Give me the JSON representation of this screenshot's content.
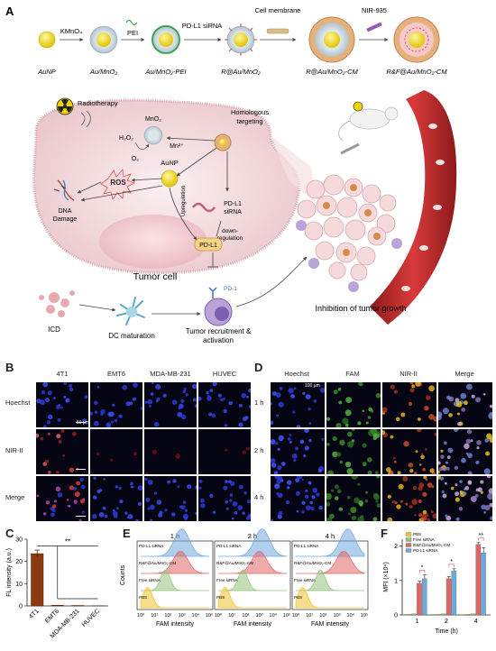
{
  "panels": {
    "A": "A",
    "B": "B",
    "C": "C",
    "D": "D",
    "E": "E",
    "F": "F"
  },
  "synthesis": {
    "reagents": [
      "KMnO₄",
      "PEI",
      "PD-L1 siRNA",
      "Cell membrane",
      "NIR-935"
    ],
    "products": [
      "AuNP",
      "Au/MnO₂",
      "Au/MnO₂-PEI",
      "R@Au/MnO₂",
      "R@Au/MnO₂-CM",
      "R&F@Au/MnO₂-CM"
    ]
  },
  "mechanism": {
    "radiotherapy": "Radiotherapy",
    "mno2": "MnO₂",
    "h2o2": "H₂O₂",
    "mn2": "Mn²⁺",
    "o2": "O₂",
    "ros": "ROS",
    "aunp": "AuNP",
    "dna_line1": "DNA",
    "dna_line2": "Damage",
    "targeting_line1": "Homologous",
    "targeting_line2": "targeting",
    "sirna_line1": "PD-L1",
    "sirna_line2": "siRNA",
    "upregulation": "Upregulation",
    "down_line1": "down-",
    "down_line2": "regulation",
    "pdl1": "PD-L1",
    "tumor_cell": "Tumor cell",
    "icd": "ICD",
    "dc": "DC maturation",
    "pd1": "PD-1",
    "recruit_line1": "Tumor recruitment &",
    "recruit_line2": "activation",
    "inhibition": "Inhibition of tumor growth"
  },
  "panelB": {
    "columns": [
      "4T1",
      "EMT6",
      "MDA-MB-231",
      "HUVEC"
    ],
    "rows": [
      "Hoechst",
      "NIR-II",
      "Merge"
    ],
    "scale": "50 μm"
  },
  "panelD": {
    "columns": [
      "Hoechst",
      "FAM",
      "NIR-II",
      "Merge"
    ],
    "rows": [
      "1 h",
      "2 h",
      "4 h"
    ],
    "scale": "100 μm"
  },
  "chart_data": [
    {
      "panel": "C",
      "type": "bar",
      "categories": [
        "4T1",
        "EMT6",
        "MDA-MB-231",
        "HUVEC"
      ],
      "values": [
        23.5,
        0.3,
        0.2,
        0.1
      ],
      "ylabel": "FL intensity (a.u.)",
      "ylim": [
        0,
        30
      ],
      "yticks": [
        0,
        10,
        20,
        30
      ],
      "significance": "**",
      "colors": {
        "bar": "#8B3A0F"
      }
    },
    {
      "panel": "E",
      "type": "area",
      "timepoints": [
        "1 h",
        "2 h",
        "4 h"
      ],
      "groups": [
        "PD-L1 siRNA",
        "R&F@Au/MnO₂-CM",
        "Free siRNA",
        "PBS"
      ],
      "xlabel": "FAM intensity",
      "ylabel": "Counts",
      "xticks": [
        "10⁰",
        "10¹",
        "10²",
        "10³",
        "10⁴",
        "10⁵"
      ],
      "peaks_log10": {
        "PD-L1 siRNA": [
          3.0,
          3.2,
          3.8
        ],
        "R&F@Au/MnO₂-CM": [
          2.9,
          3.0,
          3.5
        ],
        "Free siRNA": [
          1.8,
          1.8,
          1.8
        ],
        "PBS": [
          0.5,
          0.5,
          0.5
        ]
      },
      "colors": {
        "PD-L1 siRNA": "#6FA8DC",
        "R&F@Au/MnO₂-CM": "#E06666",
        "Free siRNA": "#93C47D",
        "PBS": "#F1C232"
      }
    },
    {
      "panel": "F",
      "type": "bar",
      "categories": [
        "1",
        "2",
        "4"
      ],
      "series": [
        {
          "name": "PBS",
          "values": [
            0.02,
            0.02,
            0.02
          ]
        },
        {
          "name": "Free siRNA",
          "values": [
            0.03,
            0.03,
            0.03
          ]
        },
        {
          "name": "R&F@Au/MnO₂-CM",
          "values": [
            0.92,
            1.05,
            2.05
          ]
        },
        {
          "name": "PD-L1 siRNA",
          "values": [
            1.05,
            1.28,
            1.8
          ]
        }
      ],
      "errors": [
        [
          0,
          0,
          0
        ],
        [
          0,
          0,
          0
        ],
        [
          0.06,
          0.06,
          0.05
        ],
        [
          0.12,
          0.06,
          0.15
        ]
      ],
      "xlabel": "Time (h)",
      "ylabel": "MFI (×10⁴)",
      "ylim": [
        0,
        2.2
      ],
      "yticks": [
        0,
        1,
        2
      ],
      "significance": [
        "*",
        "*",
        "**"
      ],
      "colors": {
        "PBS": "#F1C232",
        "Free siRNA": "#93C47D",
        "R&F@Au/MnO₂-CM": "#E06666",
        "PD-L1 siRNA": "#6FA8DC"
      }
    }
  ]
}
